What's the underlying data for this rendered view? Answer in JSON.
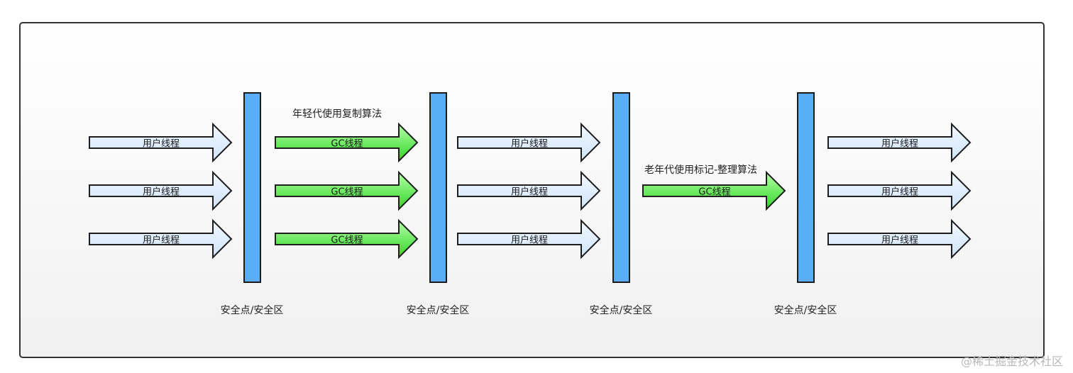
{
  "diagram": {
    "user_thread_label": "用户线程",
    "gc_thread_label": "GC线程",
    "safepoint_label": "安全点/安全区",
    "young_gen_caption": "年轻代使用复制算法",
    "old_gen_caption": "老年代使用标记-整理算法"
  },
  "watermark": "@稀土掘金技术社区",
  "colors": {
    "user_arrow_fill_top": "#f2f8ff",
    "user_arrow_fill_bottom": "#cfe3fa",
    "gc_arrow_fill_top": "#aaff9a",
    "gc_arrow_fill_bottom": "#36e02c",
    "safepoint_bar": "#5aaef7",
    "frame_border": "#333333"
  },
  "icons": [
    "arrow-right-icon"
  ]
}
